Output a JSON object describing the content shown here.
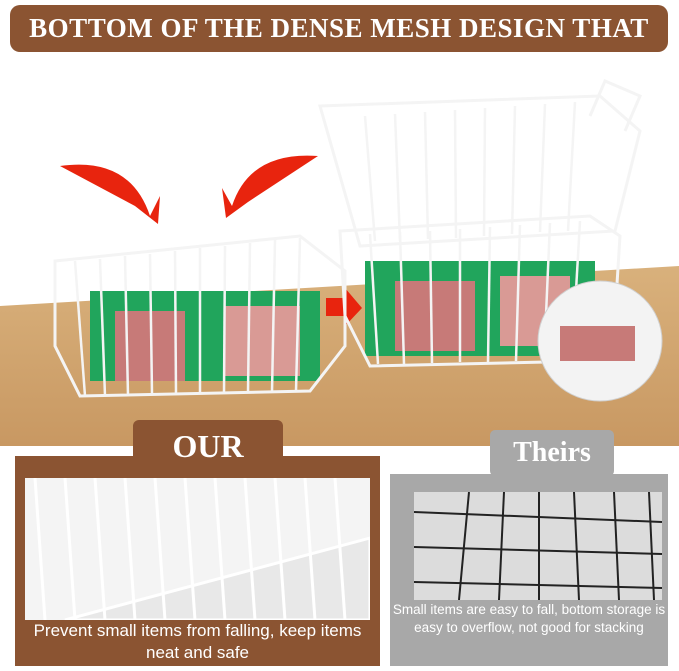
{
  "banner": {
    "title": "BOTTOM OF THE DENSE MESH DESIGN THAT"
  },
  "our": {
    "tab_label": "OUR",
    "caption": "Prevent small items from falling, keep items neat and safe"
  },
  "theirs": {
    "tab_label": "Theirs",
    "caption": "Small items are easy to fall, bottom storage is easy to overflow, not good for stacking"
  },
  "colors": {
    "brand_brown": "#8b5432",
    "gray": "#a8a8a8",
    "arrow_red": "#e8240e",
    "tray_green": "#1fa35a"
  }
}
